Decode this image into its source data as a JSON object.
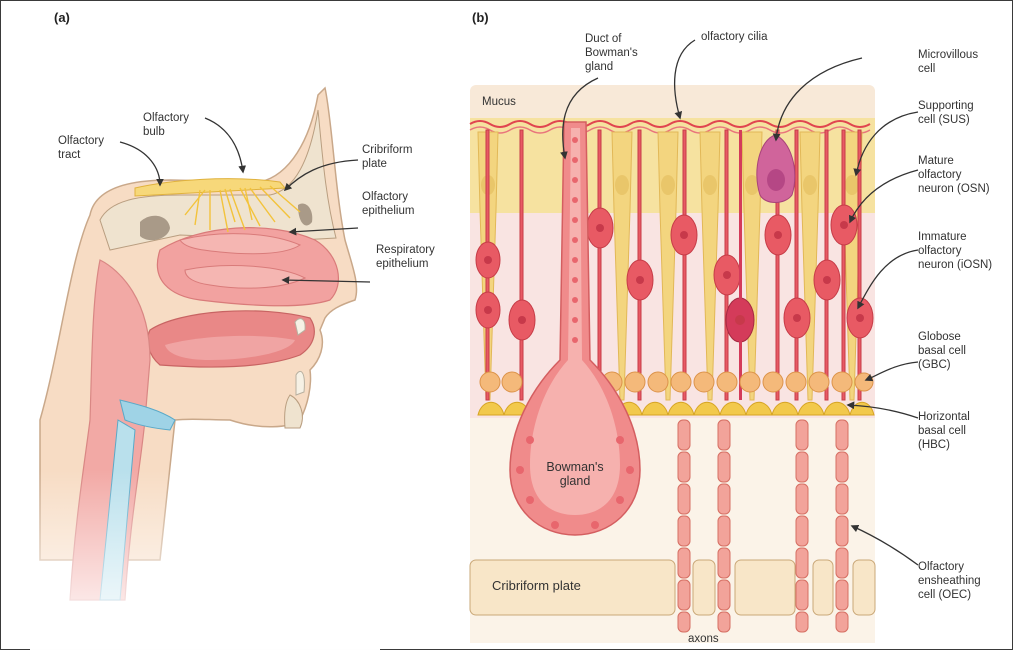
{
  "panels": {
    "a": "(a)",
    "b": "(b)"
  },
  "panel_a": {
    "labels": {
      "olfactory_tract": "Olfactory\ntract",
      "olfactory_bulb": "Olfactory\nbulb",
      "cribriform_plate": "Cribriform\nplate",
      "olfactory_epithelium": "Olfactory\nepithelium",
      "respiratory_epithelium": "Respiratory\nepithelium"
    }
  },
  "panel_b": {
    "labels": {
      "duct": "Duct of\nBowman's\ngland",
      "cilia": "olfactory cilia",
      "mucus": "Mucus",
      "microvillous": "Microvillous\ncell",
      "sus": "Supporting\ncell (SUS)",
      "osn": "Mature\nolfactory\nneuron (OSN)",
      "iosn": "Immature\nolfactory\nneuron (iOSN)",
      "gbc": "Globose\nbasal cell\n(GBC)",
      "hbc": "Horizontal\nbasal cell\n(HBC)",
      "bowmans_gland": "Bowman's\ngland",
      "cribriform": "Cribriform plate",
      "axons": "axons",
      "oec": "Olfactory\nensheathing\ncell (OEC)"
    }
  },
  "colors": {
    "mucus": "#f8e9d8",
    "supporting": "#f6e2a0",
    "neuron": "#e85a64",
    "gland": "#f08b8b",
    "basal_globose": "#f4b97a",
    "basal_horizontal": "#f2c94c",
    "microvillous": "#d0649b",
    "tissue": "#f4a8a4"
  }
}
